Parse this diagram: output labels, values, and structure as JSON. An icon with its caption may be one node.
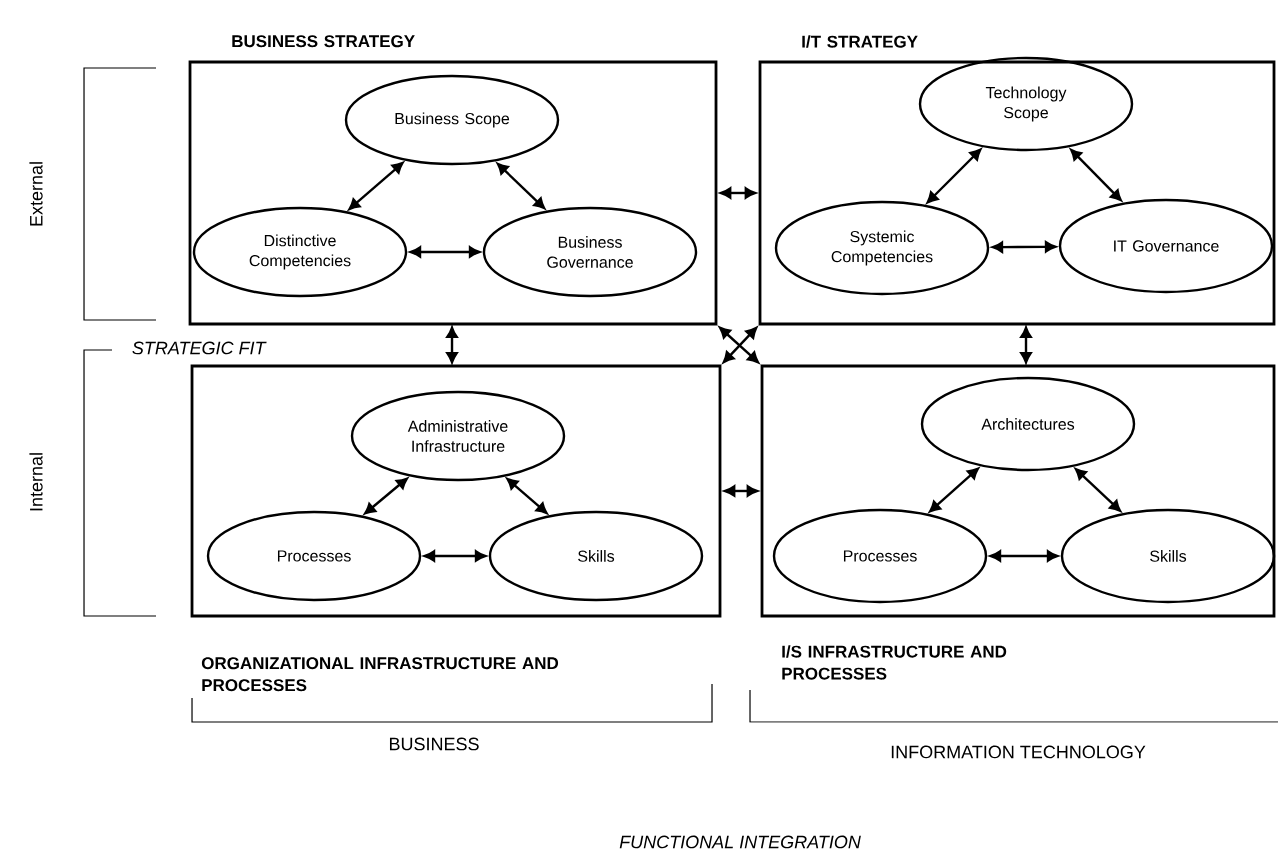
{
  "diagram": {
    "nodes": [
      {
        "text": [
          "BUSINESS STRATEGY"
        ]
      },
      {
        "text": [
          "Business Scope"
        ],
        "in": 0
      },
      {
        "text": [
          "Distinctive Competencies"
        ],
        "in": 0
      },
      {
        "text": [
          "Business Governance"
        ],
        "in": 0
      },
      {
        "text": [
          "I/T STRATEGY"
        ]
      },
      {
        "text": [
          "Technology Scope"
        ],
        "in": 4
      },
      {
        "text": [
          "Systemic Competencies"
        ],
        "in": 4
      },
      {
        "text": [
          "IT Governance"
        ],
        "in": 4
      },
      {
        "text": [
          "ORGANIZATIONAL INFRASTRUCTURE AND PROCESSES"
        ]
      },
      {
        "text": [
          "Administrative Infrastructure"
        ],
        "in": 8
      },
      {
        "text": [
          "Processes"
        ],
        "in": 8
      },
      {
        "text": [
          "Skills"
        ],
        "in": 8
      },
      {
        "text": [
          "I/S INFRASTRUCTURE AND PROCESSES"
        ]
      },
      {
        "text": [
          "Architectures"
        ],
        "in": 12
      },
      {
        "text": [
          "Processes"
        ],
        "in": 12
      },
      {
        "text": [
          "Skills"
        ],
        "in": 12
      }
    ],
    "edges": [
      {
        "from": 1,
        "to": 2,
        "arrow": "both"
      },
      {
        "from": 1,
        "to": 3,
        "arrow": "both"
      },
      {
        "from": 2,
        "to": 3,
        "arrow": "both"
      },
      {
        "from": 5,
        "to": 6,
        "arrow": "both"
      },
      {
        "from": 5,
        "to": 7,
        "arrow": "both"
      },
      {
        "from": 6,
        "to": 7,
        "arrow": "both"
      },
      {
        "from": 9,
        "to": 10,
        "arrow": "both"
      },
      {
        "from": 9,
        "to": 11,
        "arrow": "both"
      },
      {
        "from": 10,
        "to": 11,
        "arrow": "both"
      },
      {
        "from": 13,
        "to": 14,
        "arrow": "both"
      },
      {
        "from": 13,
        "to": 15,
        "arrow": "both"
      },
      {
        "from": 14,
        "to": 15,
        "arrow": "both"
      },
      {
        "from": 0,
        "to": 4,
        "arrow": "both"
      },
      {
        "from": 0,
        "to": 8,
        "arrow": "both"
      },
      {
        "from": 4,
        "to": 12,
        "arrow": "both"
      },
      {
        "from": 8,
        "to": 12,
        "arrow": "both"
      },
      {
        "from": 0,
        "to": 12,
        "arrow": "both"
      },
      {
        "from": 4,
        "to": 8,
        "arrow": "both"
      }
    ],
    "labels": [
      "External",
      "Internal",
      "STRATEGIC FIT",
      "BUSINESS",
      "INFORMATION TECHNOLOGY",
      "FUNCTIONAL INTEGRATION"
    ]
  }
}
